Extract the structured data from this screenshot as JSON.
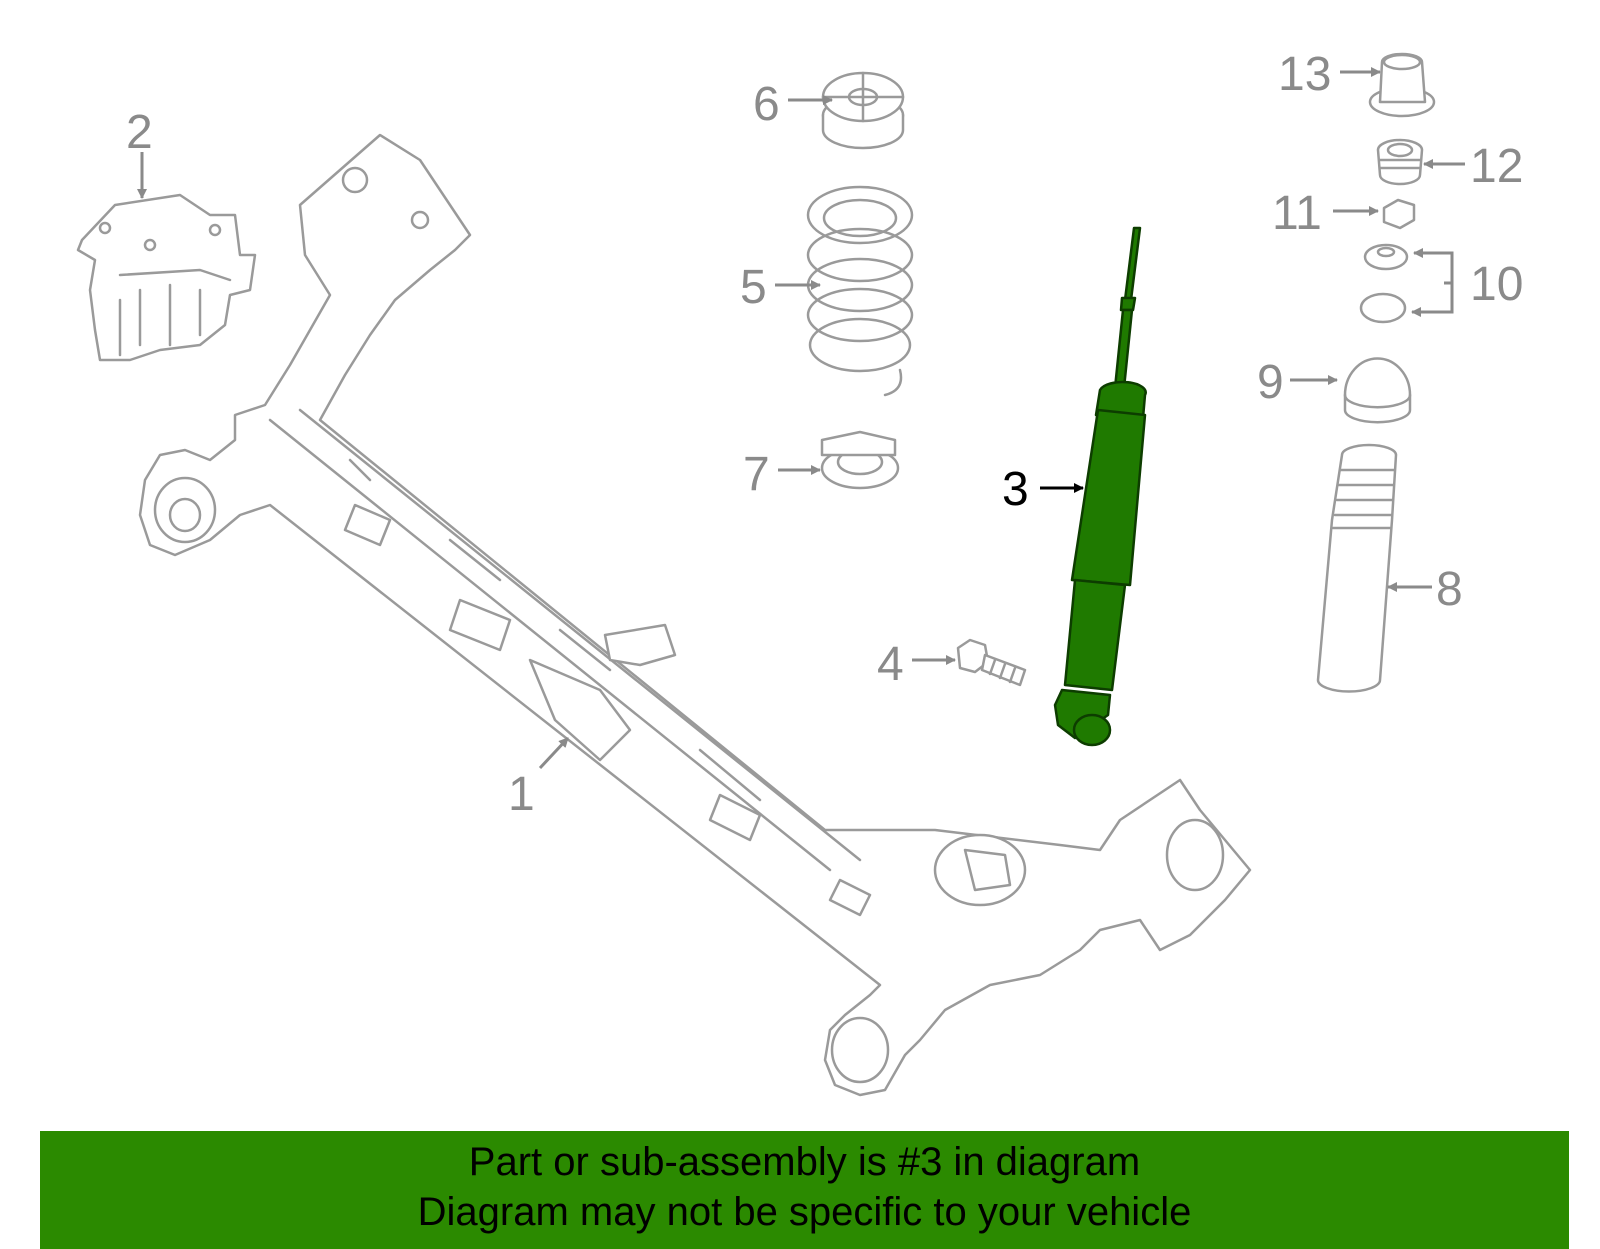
{
  "diagram": {
    "highlight_color": "#2b8a00",
    "callouts": [
      {
        "id": "1",
        "label": "1"
      },
      {
        "id": "2",
        "label": "2"
      },
      {
        "id": "3",
        "label": "3",
        "highlighted": true
      },
      {
        "id": "4",
        "label": "4"
      },
      {
        "id": "5",
        "label": "5"
      },
      {
        "id": "6",
        "label": "6"
      },
      {
        "id": "7",
        "label": "7"
      },
      {
        "id": "8",
        "label": "8"
      },
      {
        "id": "9",
        "label": "9"
      },
      {
        "id": "10",
        "label": "10"
      },
      {
        "id": "11",
        "label": "11"
      },
      {
        "id": "12",
        "label": "12"
      },
      {
        "id": "13",
        "label": "13"
      }
    ]
  },
  "footer": {
    "line1": "Part or sub-assembly is #3 in diagram",
    "line2": "Diagram may not be specific to your vehicle"
  }
}
